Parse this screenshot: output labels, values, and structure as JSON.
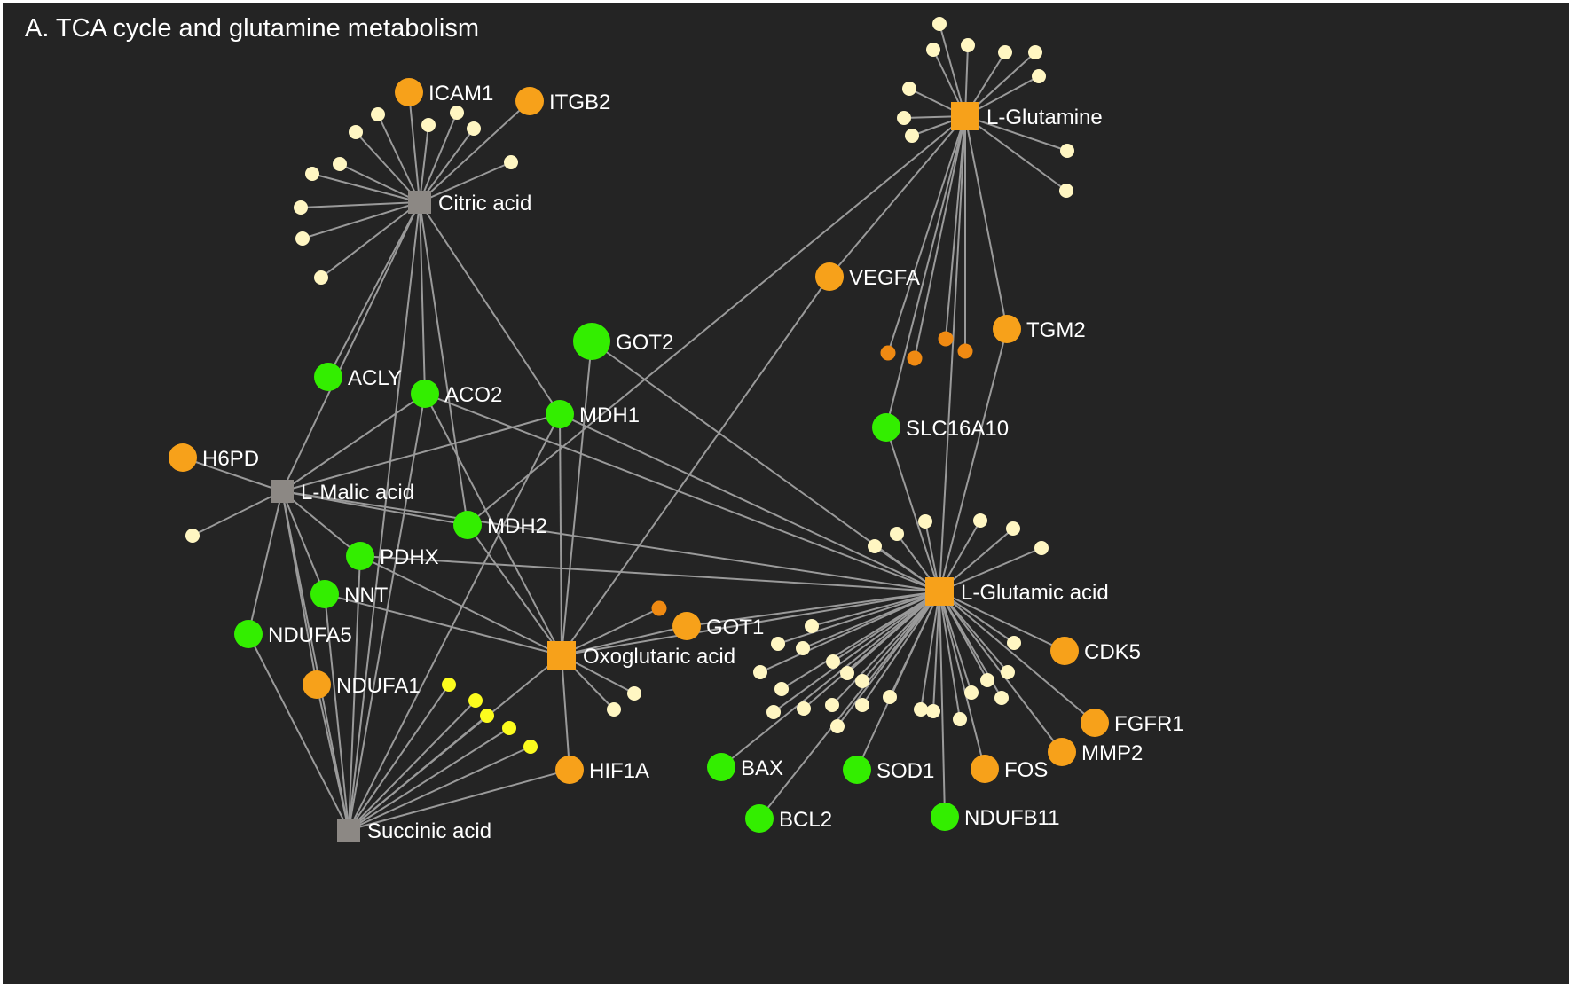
{
  "panel": {
    "title": "A. TCA cycle and glutamine metabolism"
  },
  "colors": {
    "background": "#242424",
    "edge": "#9a9a9a",
    "label": "#ffffff",
    "metabolite_orange": "#f7a11a",
    "metabolite_gray": "#8c8884",
    "gene_green": "#33ee00",
    "gene_orange": "#f7a11a",
    "gene_dark_orange": "#f08a12",
    "leaf_cream": "#fff6c2",
    "leaf_yellow": "#fcfc1e"
  },
  "metabolites": [
    {
      "id": "citric",
      "label": "Citric acid",
      "color": "gray"
    },
    {
      "id": "malic",
      "label": "L-Malic acid",
      "color": "gray"
    },
    {
      "id": "succinic",
      "label": "Succinic acid",
      "color": "gray"
    },
    {
      "id": "oxo",
      "label": "Oxoglutaric acid",
      "color": "orange"
    },
    {
      "id": "gln",
      "label": "L-Glutamine",
      "color": "orange"
    },
    {
      "id": "glu",
      "label": "L-Glutamic acid",
      "color": "orange"
    }
  ],
  "genes": [
    {
      "id": "icam1",
      "label": "ICAM1",
      "color": "orange"
    },
    {
      "id": "itgb2",
      "label": "ITGB2",
      "color": "orange"
    },
    {
      "id": "vegfa",
      "label": "VEGFA",
      "color": "orange"
    },
    {
      "id": "tgm2",
      "label": "TGM2",
      "color": "orange"
    },
    {
      "id": "h6pd",
      "label": "H6PD",
      "color": "orange"
    },
    {
      "id": "got1",
      "label": "GOT1",
      "color": "orange"
    },
    {
      "id": "ndufa1",
      "label": "NDUFA1",
      "color": "orange"
    },
    {
      "id": "hif1a",
      "label": "HIF1A",
      "color": "orange"
    },
    {
      "id": "cdk5",
      "label": "CDK5",
      "color": "orange"
    },
    {
      "id": "fgfr1",
      "label": "FGFR1",
      "color": "orange"
    },
    {
      "id": "mmp2",
      "label": "MMP2",
      "color": "orange"
    },
    {
      "id": "fos",
      "label": "FOS",
      "color": "orange"
    },
    {
      "id": "got2",
      "label": "GOT2",
      "color": "green"
    },
    {
      "id": "acly",
      "label": "ACLY",
      "color": "green"
    },
    {
      "id": "aco2",
      "label": "ACO2",
      "color": "green"
    },
    {
      "id": "mdh1",
      "label": "MDH1",
      "color": "green"
    },
    {
      "id": "mdh2",
      "label": "MDH2",
      "color": "green"
    },
    {
      "id": "pdhx",
      "label": "PDHX",
      "color": "green"
    },
    {
      "id": "nnt",
      "label": "NNT",
      "color": "green"
    },
    {
      "id": "ndufa5",
      "label": "NDUFA5",
      "color": "green"
    },
    {
      "id": "slc16a10",
      "label": "SLC16A10",
      "color": "green"
    },
    {
      "id": "bax",
      "label": "BAX",
      "color": "green"
    },
    {
      "id": "bcl2",
      "label": "BCL2",
      "color": "green"
    },
    {
      "id": "sod1",
      "label": "SOD1",
      "color": "green"
    },
    {
      "id": "ndufb11",
      "label": "NDUFB11",
      "color": "green"
    }
  ],
  "links": [
    [
      "citric",
      "icam1"
    ],
    [
      "citric",
      "itgb2"
    ],
    [
      "citric",
      "acly"
    ],
    [
      "citric",
      "aco2"
    ],
    [
      "citric",
      "mdh1"
    ],
    [
      "citric",
      "mdh2"
    ],
    [
      "citric",
      "malic"
    ],
    [
      "citric",
      "succinic"
    ],
    [
      "malic",
      "h6pd"
    ],
    [
      "malic",
      "aco2"
    ],
    [
      "malic",
      "mdh1"
    ],
    [
      "malic",
      "mdh2"
    ],
    [
      "malic",
      "pdhx"
    ],
    [
      "malic",
      "nnt"
    ],
    [
      "malic",
      "ndufa5"
    ],
    [
      "malic",
      "ndufa1"
    ],
    [
      "malic",
      "succinic"
    ],
    [
      "malic",
      "glu"
    ],
    [
      "succinic",
      "ndufa5"
    ],
    [
      "succinic",
      "ndufa1"
    ],
    [
      "succinic",
      "nnt"
    ],
    [
      "succinic",
      "pdhx"
    ],
    [
      "succinic",
      "mdh1"
    ],
    [
      "succinic",
      "aco2"
    ],
    [
      "succinic",
      "oxo"
    ],
    [
      "succinic",
      "hif1a"
    ],
    [
      "oxo",
      "got2"
    ],
    [
      "oxo",
      "aco2"
    ],
    [
      "oxo",
      "mdh1"
    ],
    [
      "oxo",
      "mdh2"
    ],
    [
      "oxo",
      "pdhx"
    ],
    [
      "oxo",
      "nnt"
    ],
    [
      "oxo",
      "got1"
    ],
    [
      "oxo",
      "hif1a"
    ],
    [
      "oxo",
      "vegfa"
    ],
    [
      "oxo",
      "glu"
    ],
    [
      "glu",
      "got2"
    ],
    [
      "glu",
      "mdh1"
    ],
    [
      "glu",
      "aco2"
    ],
    [
      "glu",
      "pdhx"
    ],
    [
      "glu",
      "slc16a10"
    ],
    [
      "glu",
      "tgm2"
    ],
    [
      "glu",
      "got1"
    ],
    [
      "glu",
      "cdk5"
    ],
    [
      "glu",
      "fgfr1"
    ],
    [
      "glu",
      "mmp2"
    ],
    [
      "glu",
      "fos"
    ],
    [
      "glu",
      "bax"
    ],
    [
      "glu",
      "bcl2"
    ],
    [
      "glu",
      "sod1"
    ],
    [
      "glu",
      "ndufb11"
    ],
    [
      "gln",
      "vegfa"
    ],
    [
      "gln",
      "tgm2"
    ],
    [
      "gln",
      "slc16a10"
    ],
    [
      "gln",
      "glu"
    ],
    [
      "gln",
      "mdh2"
    ]
  ]
}
